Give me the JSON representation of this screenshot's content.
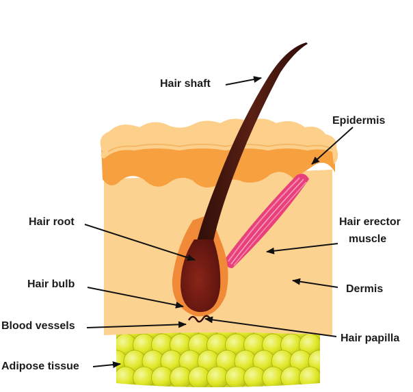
{
  "labels": {
    "hair_shaft": "Hair shaft",
    "epidermis": "Epidermis",
    "hair_root": "Hair root",
    "hair_erector_muscle_line1": "Hair erector",
    "hair_erector_muscle_line2": "muscle",
    "hair_bulb": "Hair bulb",
    "dermis": "Dermis",
    "blood_vessels": "Blood vessels",
    "hair_papilla": "Hair papilla",
    "adipose_tissue": "Adipose tissue"
  },
  "colors": {
    "epidermis_top": "#fcd08a",
    "epidermis_orange": "#f6a040",
    "dermis": "#fcd290",
    "adipose": "#e4ec2a",
    "hair": "#4a1810",
    "hair_bulb": "#6a1a14",
    "follicle": "#f08a38",
    "muscle": "#e8407a",
    "arrow": "#111111"
  }
}
